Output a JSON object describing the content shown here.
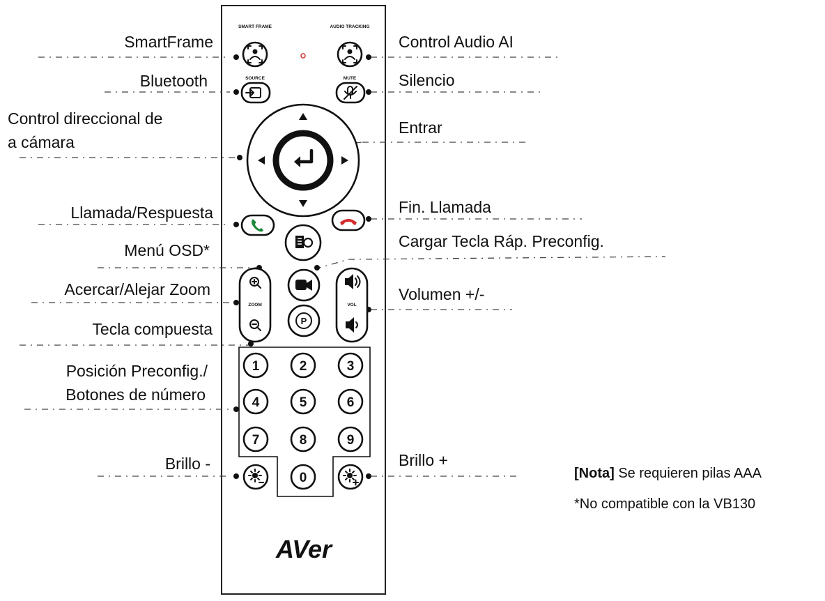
{
  "labels": {
    "smartframe": "SmartFrame",
    "bluetooth": "Bluetooth",
    "camera_dir_line1": "Control direccional de",
    "camera_dir_line2": "a cámara",
    "call_answer": "Llamada/Respuesta",
    "osd_menu": "Menú OSD*",
    "zoom": "Acercar/Alejar Zoom",
    "combo_key": "Tecla compuesta",
    "preset_line1": "Posición Preconfig./",
    "preset_line2": "Botones de número",
    "brightness_minus": "Brillo -",
    "audio_ai": "Control Audio AI",
    "mute": "Silencio",
    "enter": "Entrar",
    "end_call": "Fin. Llamada",
    "load_preset": "Cargar Tecla Ráp. Preconfig.",
    "volume": "Volumen +/-",
    "brightness_plus": "Brillo +"
  },
  "remote": {
    "smart_frame_text": "SMART FRAME",
    "audio_tracking_text": "AUDIO TRACKING",
    "source_text": "SOURCE",
    "mute_text": "MUTE",
    "zoom_text": "ZOOM",
    "vol_text": "VOL",
    "brand": "AVer",
    "number_keys": [
      "1",
      "2",
      "3",
      "4",
      "5",
      "6",
      "7",
      "8",
      "9",
      "0"
    ]
  },
  "notes": {
    "note_bold": "[Nota]",
    "note_text": " Se requieren pilas AAA",
    "compat": "*No compatible con la VB130"
  },
  "icons": [
    "smartframe-icon",
    "audio-tracking-icon",
    "source-icon",
    "mute-icon",
    "arrow-up-icon",
    "arrow-down-icon",
    "arrow-left-icon",
    "arrow-right-icon",
    "enter-icon",
    "phone-answer-icon",
    "phone-end-icon",
    "osd-menu-icon",
    "zoom-in-icon",
    "zoom-out-icon",
    "camera-icon",
    "preset-icon",
    "volume-up-icon",
    "volume-down-icon",
    "brightness-minus-icon",
    "brightness-plus-icon"
  ]
}
